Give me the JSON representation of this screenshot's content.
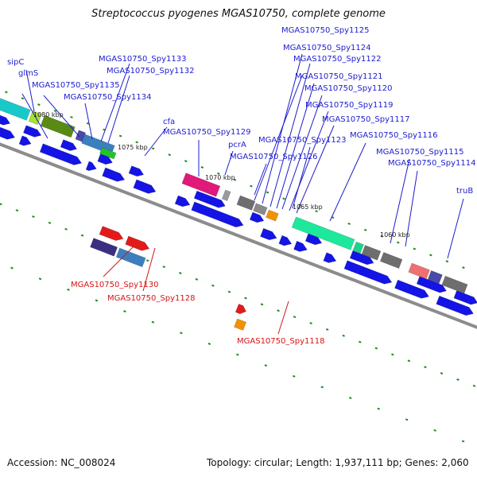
{
  "title": "Streptococcus pyogenes MGAS10750, complete genome",
  "footer": {
    "accession": "Accession: NC_008024",
    "summary": "Topology: circular; Length: 1,937,111 bp; Genes: 2,060"
  },
  "ticks": [
    "1080 kbp",
    "1075 kbp",
    "1070 kbp",
    "1065 kbp",
    "1060 kbp"
  ],
  "colors": {
    "cds": "#1414e6",
    "forward_label": "#1c1ccf",
    "reverse_label": "#d61414",
    "backbone": "#8c8c8c",
    "tick": "#1e8c1e"
  },
  "genes": {
    "sipC": "sipC",
    "glmS": "glmS",
    "spy1135": "MGAS10750_Spy1135",
    "spy1134": "MGAS10750_Spy1134",
    "spy1133": "MGAS10750_Spy1133",
    "spy1132": "MGAS10750_Spy1132",
    "cfa": "cfa",
    "spy1129": "MGAS10750_Spy1129",
    "pcrA": "pcrA",
    "spy1126": "MGAS10750_Spy1126",
    "spy1125": "MGAS10750_Spy1125",
    "spy1124": "MGAS10750_Spy1124",
    "spy1122": "MGAS10750_Spy1122",
    "spy1121": "MGAS10750_Spy1121",
    "spy1120": "MGAS10750_Spy1120",
    "spy1119": "MGAS10750_Spy1119",
    "spy1117": "MGAS10750_Spy1117",
    "spy1123": "MGAS10750_Spy1123",
    "spy1116": "MGAS10750_Spy1116",
    "spy1115": "MGAS10750_Spy1115",
    "spy1114": "MGAS10750_Spy1114",
    "truB": "truB",
    "spy1130": "MGAS10750_Spy1130",
    "spy1128": "MGAS10750_Spy1128",
    "spy1118": "MGAS10750_Spy1118"
  }
}
